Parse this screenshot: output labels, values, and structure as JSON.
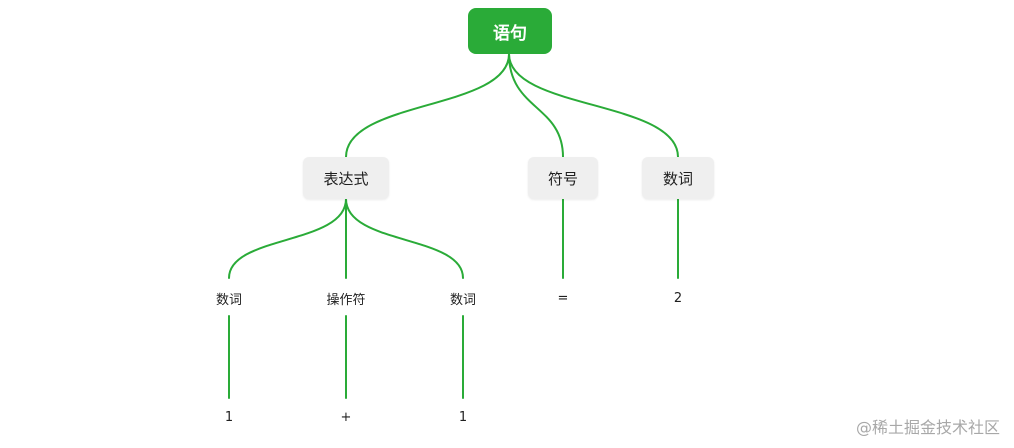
{
  "diagram": {
    "line_color": "#2aab38",
    "root": {
      "label": "语句"
    },
    "level1": {
      "expression": "表达式",
      "symbol": "符号",
      "number": "数词"
    },
    "level2": {
      "number_left": "数词",
      "operator": "操作符",
      "number_right": "数词",
      "equals": "=",
      "two": "2"
    },
    "level3": {
      "one_left": "1",
      "plus": "+",
      "one_right": "1"
    }
  },
  "watermark": "@稀土掘金技术社区"
}
